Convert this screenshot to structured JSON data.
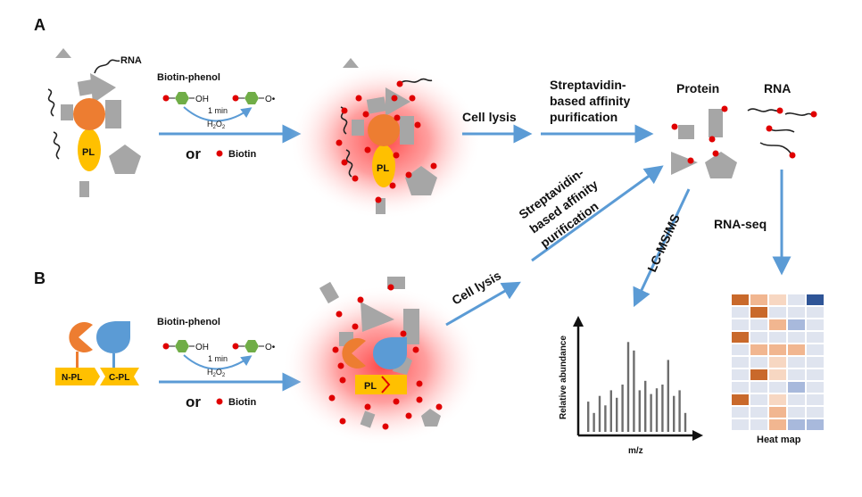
{
  "panels": {
    "a": "A",
    "b": "B"
  },
  "labels": {
    "rna_tag": "RNA",
    "biotin_phenol": "Biotin-phenol",
    "oh": "OH",
    "o_radical": "O•",
    "time": "1 min",
    "h2o2_h": "H",
    "h2o2_sub1": "2",
    "h2o2_o": "O",
    "h2o2_sub2": "2",
    "or": "or",
    "biotin": "Biotin",
    "pl": "PL",
    "n_pl": "N-PL",
    "c_pl": "C-PL",
    "cell_lysis": "Cell lysis",
    "streptavidin_lines": [
      "Streptavidin-",
      "based affinity",
      "purification"
    ],
    "protein": "Protein",
    "rna": "RNA",
    "lcms": "LC-MS/MS",
    "rna_seq": "RNA-seq",
    "ylabel": "Relative abundance",
    "xlabel": "m/z",
    "heatmap": "Heat map"
  },
  "colors": {
    "arrow": "#5b9bd5",
    "orange": "#ed7d31",
    "yellow": "#ffc000",
    "blue": "#5b9bd5",
    "green": "#70ad47",
    "gray": "#a6a6a6",
    "red": "#e00000",
    "glow": "#ff3a3a"
  },
  "spectrum": {
    "values": [
      0.32,
      0.2,
      0.38,
      0.28,
      0.44,
      0.36,
      0.5,
      0.95,
      0.86,
      0.44,
      0.54,
      0.4,
      0.46,
      0.5,
      0.76,
      0.38,
      0.44,
      0.2
    ]
  },
  "heatmap_cells": [
    [
      "#c9692b",
      "#f1b690",
      "#f7d7c2",
      "#dfe4ef",
      "#2f5597"
    ],
    [
      "#dfe4ef",
      "#c9692b",
      "#dfe4ef",
      "#dfe4ef",
      "#dfe4ef"
    ],
    [
      "#dfe4ef",
      "#dfe4ef",
      "#f1b690",
      "#a8b9dc",
      "#dfe4ef"
    ],
    [
      "#c9692b",
      "#dfe4ef",
      "#dfe4ef",
      "#dfe4ef",
      "#dfe4ef"
    ],
    [
      "#dfe4ef",
      "#f1b690",
      "#f1b690",
      "#f1b690",
      "#dfe4ef"
    ],
    [
      "#dfe4ef",
      "#dfe4ef",
      "#f7d7c2",
      "#dfe4ef",
      "#dfe4ef"
    ],
    [
      "#dfe4ef",
      "#c9692b",
      "#f7d7c2",
      "#dfe4ef",
      "#dfe4ef"
    ],
    [
      "#dfe4ef",
      "#dfe4ef",
      "#dfe4ef",
      "#a8b9dc",
      "#dfe4ef"
    ],
    [
      "#c9692b",
      "#dfe4ef",
      "#f7d7c2",
      "#dfe4ef",
      "#dfe4ef"
    ],
    [
      "#dfe4ef",
      "#dfe4ef",
      "#f1b690",
      "#dfe4ef",
      "#dfe4ef"
    ],
    [
      "#dfe4ef",
      "#dfe4ef",
      "#f1b690",
      "#a8b9dc",
      "#a8b9dc"
    ]
  ]
}
